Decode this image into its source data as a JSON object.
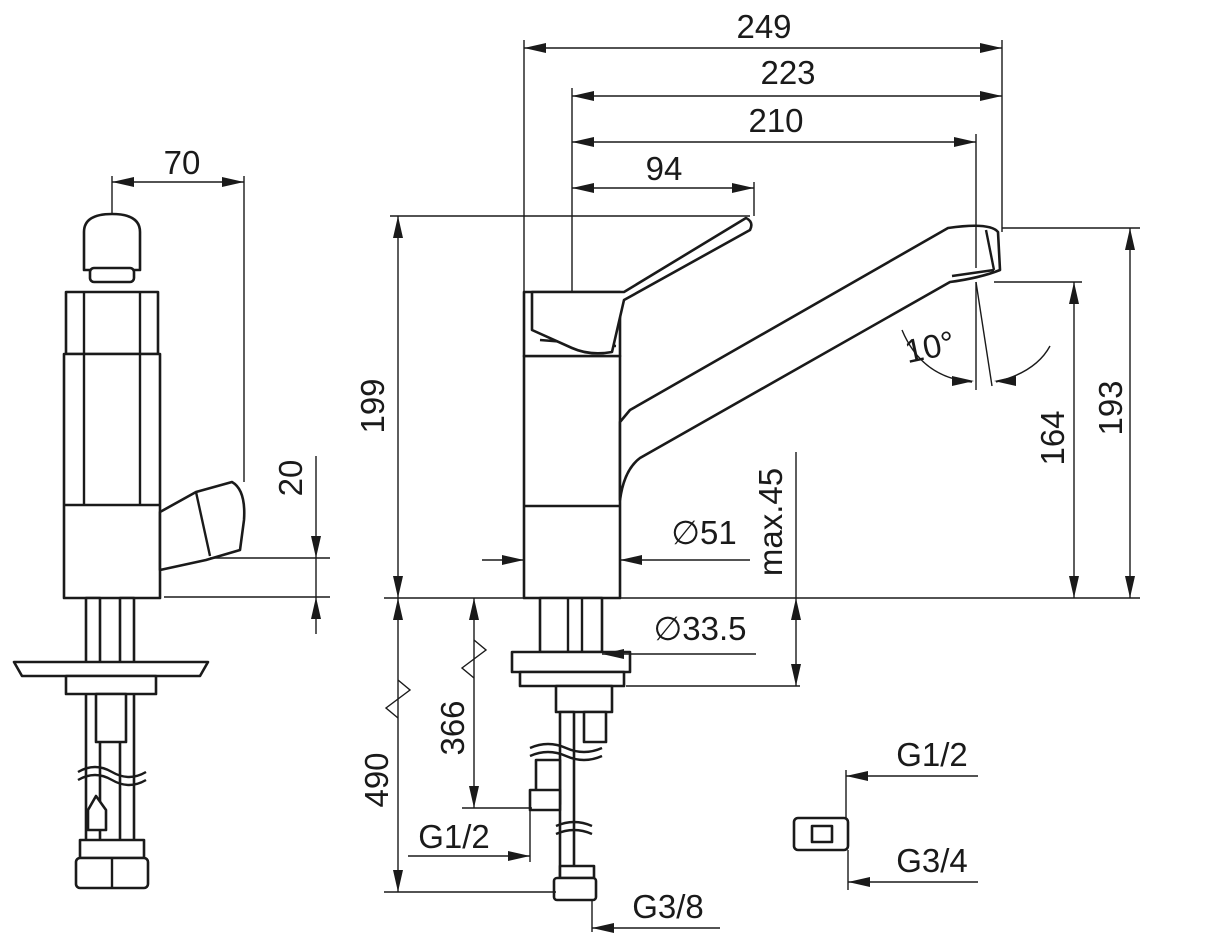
{
  "drawing": {
    "dimensions": {
      "d249": "249",
      "d223": "223",
      "d210": "210",
      "d94": "94",
      "d70": "70",
      "d199": "199",
      "d193": "193",
      "d164": "164",
      "d20": "20",
      "dmax45": "max.45",
      "d51": "∅51",
      "d335": "∅33.5",
      "d366": "366",
      "d490": "490",
      "angle": "10°"
    },
    "threads": {
      "inlet_left": "G1/2",
      "outlet_bottom": "G3/8",
      "adapter_top": "G1/2",
      "adapter_bottom": "G3/4"
    }
  }
}
